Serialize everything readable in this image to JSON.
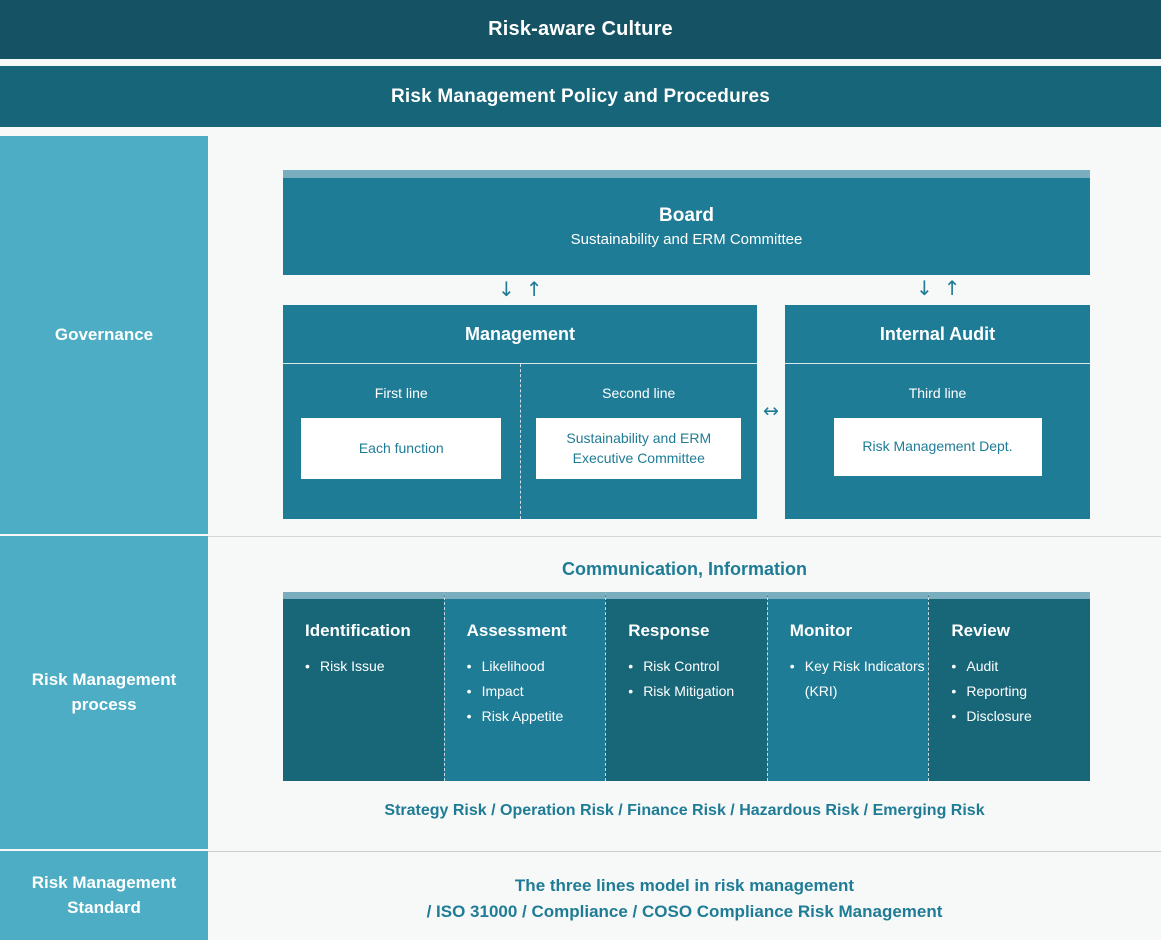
{
  "banners": {
    "culture": "Risk-aware Culture",
    "policy": "Risk Management Policy and Procedures"
  },
  "sidebar": {
    "governance": "Governance",
    "process": "Risk Management process",
    "standard": "Risk Management Standard"
  },
  "governance": {
    "board": {
      "title": "Board",
      "subtitle": "Sustainability and ERM Committee"
    },
    "arrow_down": "↓",
    "arrow_up": "↑",
    "double_arrow": "↔",
    "management": {
      "header": "Management",
      "first_line_label": "First line",
      "first_line_card": "Each function",
      "second_line_label": "Second line",
      "second_line_card": "Sustainability and ERM Executive Committee"
    },
    "internal_audit": {
      "header": "Internal Audit",
      "third_line_label": "Third line",
      "third_line_card": "Risk Management Dept."
    }
  },
  "process": {
    "communication_title": "Communication, Information",
    "columns": [
      {
        "title": "Identification",
        "items": [
          "Risk Issue"
        ],
        "shade": "dark"
      },
      {
        "title": "Assessment",
        "items": [
          "Likelihood",
          "Impact",
          "Risk Appetite"
        ],
        "shade": "light"
      },
      {
        "title": "Response",
        "items": [
          "Risk Control",
          "Risk Mitigation"
        ],
        "shade": "dark"
      },
      {
        "title": "Monitor",
        "items": [
          "Key Risk Indicators (KRI)"
        ],
        "shade": "light"
      },
      {
        "title": "Review",
        "items": [
          "Audit",
          "Reporting",
          "Disclosure"
        ],
        "shade": "dark"
      }
    ],
    "risk_types": "Strategy Risk / Operation Risk / Finance Risk / Hazardous Risk / Emerging Risk"
  },
  "standard": {
    "line1": "The three lines model in risk management",
    "line2": "/ ISO 31000 / Compliance / COSO Compliance Risk Management"
  },
  "colors": {
    "banner_dark": "#155263",
    "banner_mid": "#166579",
    "sidebar": "#4dadc4",
    "box_teal": "#1f7c96",
    "box_dark_teal": "#176779",
    "stripe": "#7aadbd",
    "page_bg": "#f7f8f8"
  }
}
